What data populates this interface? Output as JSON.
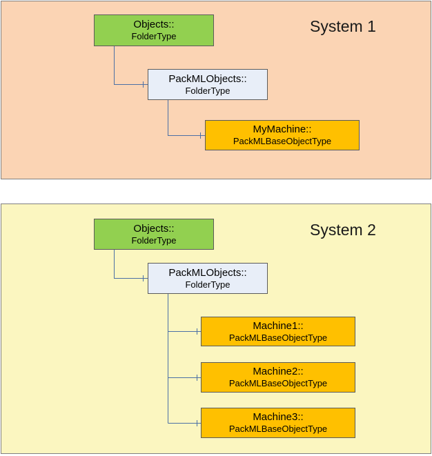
{
  "systems": [
    {
      "title": "System 1",
      "nodes": [
        {
          "name": "Objects::",
          "type": "FolderType",
          "color": "#92d050"
        },
        {
          "name": "PackMLObjects::",
          "type": "FolderType",
          "color": "#e8eef8"
        },
        {
          "name": "MyMachine::",
          "type": "PackMLBaseObjectType",
          "color": "#ffc000"
        }
      ]
    },
    {
      "title": "System 2",
      "nodes": [
        {
          "name": "Objects::",
          "type": "FolderType",
          "color": "#92d050"
        },
        {
          "name": "PackMLObjects::",
          "type": "FolderType",
          "color": "#e8eef8"
        },
        {
          "name": "Machine1::",
          "type": "PackMLBaseObjectType",
          "color": "#ffc000"
        },
        {
          "name": "Machine2::",
          "type": "PackMLBaseObjectType",
          "color": "#ffc000"
        },
        {
          "name": "Machine3::",
          "type": "PackMLBaseObjectType",
          "color": "#ffc000"
        }
      ]
    }
  ],
  "colors": {
    "connector": "#4a6fa5",
    "frame_border": "#7f7f7f"
  }
}
